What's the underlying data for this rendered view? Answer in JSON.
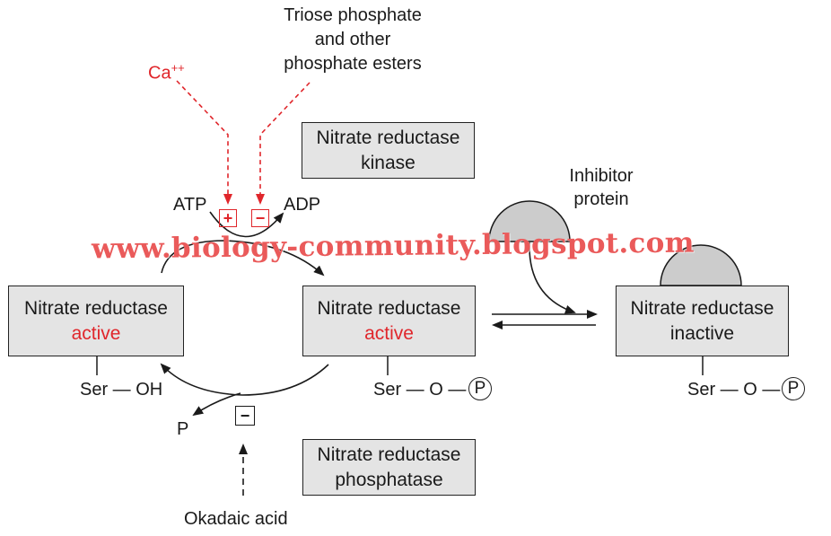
{
  "regulators": {
    "calcium": {
      "base": "Ca",
      "sup": "++"
    },
    "triose": [
      "Triose phosphate",
      "and other",
      "phosphate esters"
    ],
    "okadaic_acid": "Okadaic acid"
  },
  "signs": {
    "plus": "+",
    "minus": "−"
  },
  "cofactors": {
    "atp": "ATP",
    "adp": "ADP",
    "p": "P"
  },
  "boxes": {
    "kinase": [
      "Nitrate reductase",
      "kinase"
    ],
    "phosphatase": [
      "Nitrate reductase",
      "phosphatase"
    ],
    "active_left": {
      "name": "Nitrate reductase",
      "state": "active"
    },
    "active_middle": {
      "name": "Nitrate reductase",
      "state": "active"
    },
    "inactive_right": {
      "name": "Nitrate reductase",
      "state": "inactive"
    }
  },
  "residues": {
    "left": "Ser — OH",
    "middle": "Ser — O —",
    "right": "Ser — O —",
    "phospho_symbol": "P"
  },
  "inhibitor": [
    "Inhibitor",
    "protein"
  ],
  "watermark": "www.biology-community.blogspot.com",
  "colors": {
    "accent_red": "#e0262b",
    "box_fill": "#e4e4e4",
    "protein_fill": "#cccccc",
    "watermark": "#ea5a5a"
  }
}
